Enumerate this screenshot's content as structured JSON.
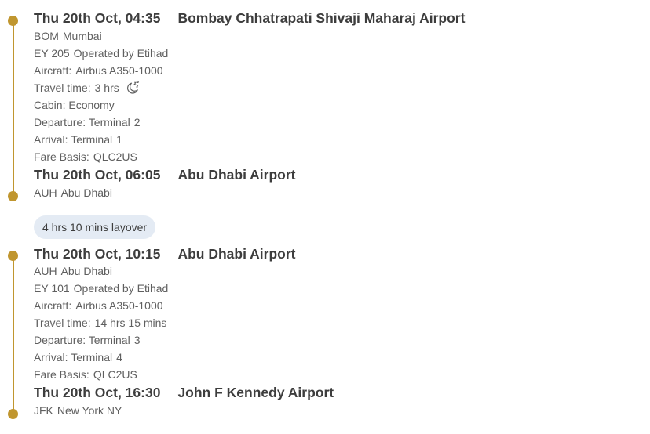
{
  "accent_color": "#c0962f",
  "segments": [
    {
      "departure": {
        "time": "Thu 20th Oct, 04:35",
        "airport": "Bombay Chhatrapati Shivaji Maharaj Airport",
        "code": "BOM",
        "city": "Mumbai"
      },
      "flight_number": "EY 205",
      "operated_by": "Operated by Etihad",
      "aircraft_label": "Aircraft:",
      "aircraft": "Airbus A350-1000",
      "travel_time_label": "Travel time:",
      "travel_time": "3 hrs",
      "overnight_icon": "moon-sleep-icon",
      "cabin": "Cabin: Economy",
      "departure_terminal_label": "Departure: Terminal",
      "departure_terminal": "2",
      "arrival_terminal_label": "Arrival: Terminal",
      "arrival_terminal": "1",
      "fare_basis_label": "Fare Basis:",
      "fare_basis": "QLC2US",
      "arrival": {
        "time": "Thu 20th Oct, 06:05",
        "airport": "Abu Dhabi Airport",
        "code": "AUH",
        "city": "Abu Dhabi"
      }
    },
    {
      "departure": {
        "time": "Thu 20th Oct, 10:15",
        "airport": "Abu Dhabi Airport",
        "code": "AUH",
        "city": "Abu Dhabi"
      },
      "flight_number": "EY 101",
      "operated_by": "Operated by Etihad",
      "aircraft_label": "Aircraft:",
      "aircraft": "Airbus A350-1000",
      "travel_time_label": "Travel time:",
      "travel_time": "14 hrs 15 mins",
      "departure_terminal_label": "Departure: Terminal",
      "departure_terminal": "3",
      "arrival_terminal_label": "Arrival: Terminal",
      "arrival_terminal": "4",
      "fare_basis_label": "Fare Basis:",
      "fare_basis": "QLC2US",
      "arrival": {
        "time": "Thu 20th Oct, 16:30",
        "airport": "John F Kennedy Airport",
        "code": "JFK",
        "city": "New York NY"
      }
    }
  ],
  "layover": {
    "label": "4 hrs 10 mins layover"
  }
}
